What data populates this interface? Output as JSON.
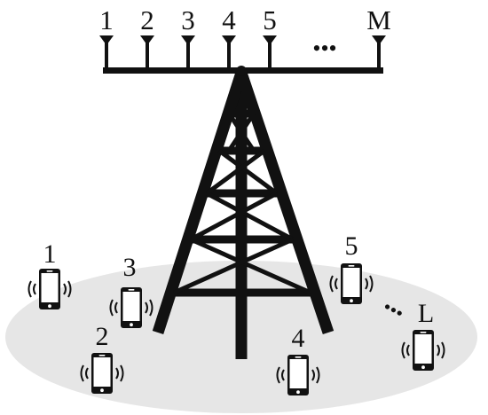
{
  "colors": {
    "ink": "#111111",
    "ground": "#e6e6e6",
    "screen": "#ffffff"
  },
  "antennas": [
    {
      "label": "1"
    },
    {
      "label": "2"
    },
    {
      "label": "3"
    },
    {
      "label": "4"
    },
    {
      "label": "5"
    },
    {
      "label": "M"
    }
  ],
  "antenna_ellipsis": "•••",
  "users": [
    {
      "label": "1",
      "icon": "smartphone-vibrating-icon"
    },
    {
      "label": "2",
      "icon": "smartphone-vibrating-icon"
    },
    {
      "label": "3",
      "icon": "smartphone-vibrating-icon"
    },
    {
      "label": "4",
      "icon": "smartphone-vibrating-icon"
    },
    {
      "label": "5",
      "icon": "smartphone-vibrating-icon"
    },
    {
      "label": "L",
      "icon": "smartphone-vibrating-icon"
    }
  ],
  "user_ellipsis": "•••"
}
